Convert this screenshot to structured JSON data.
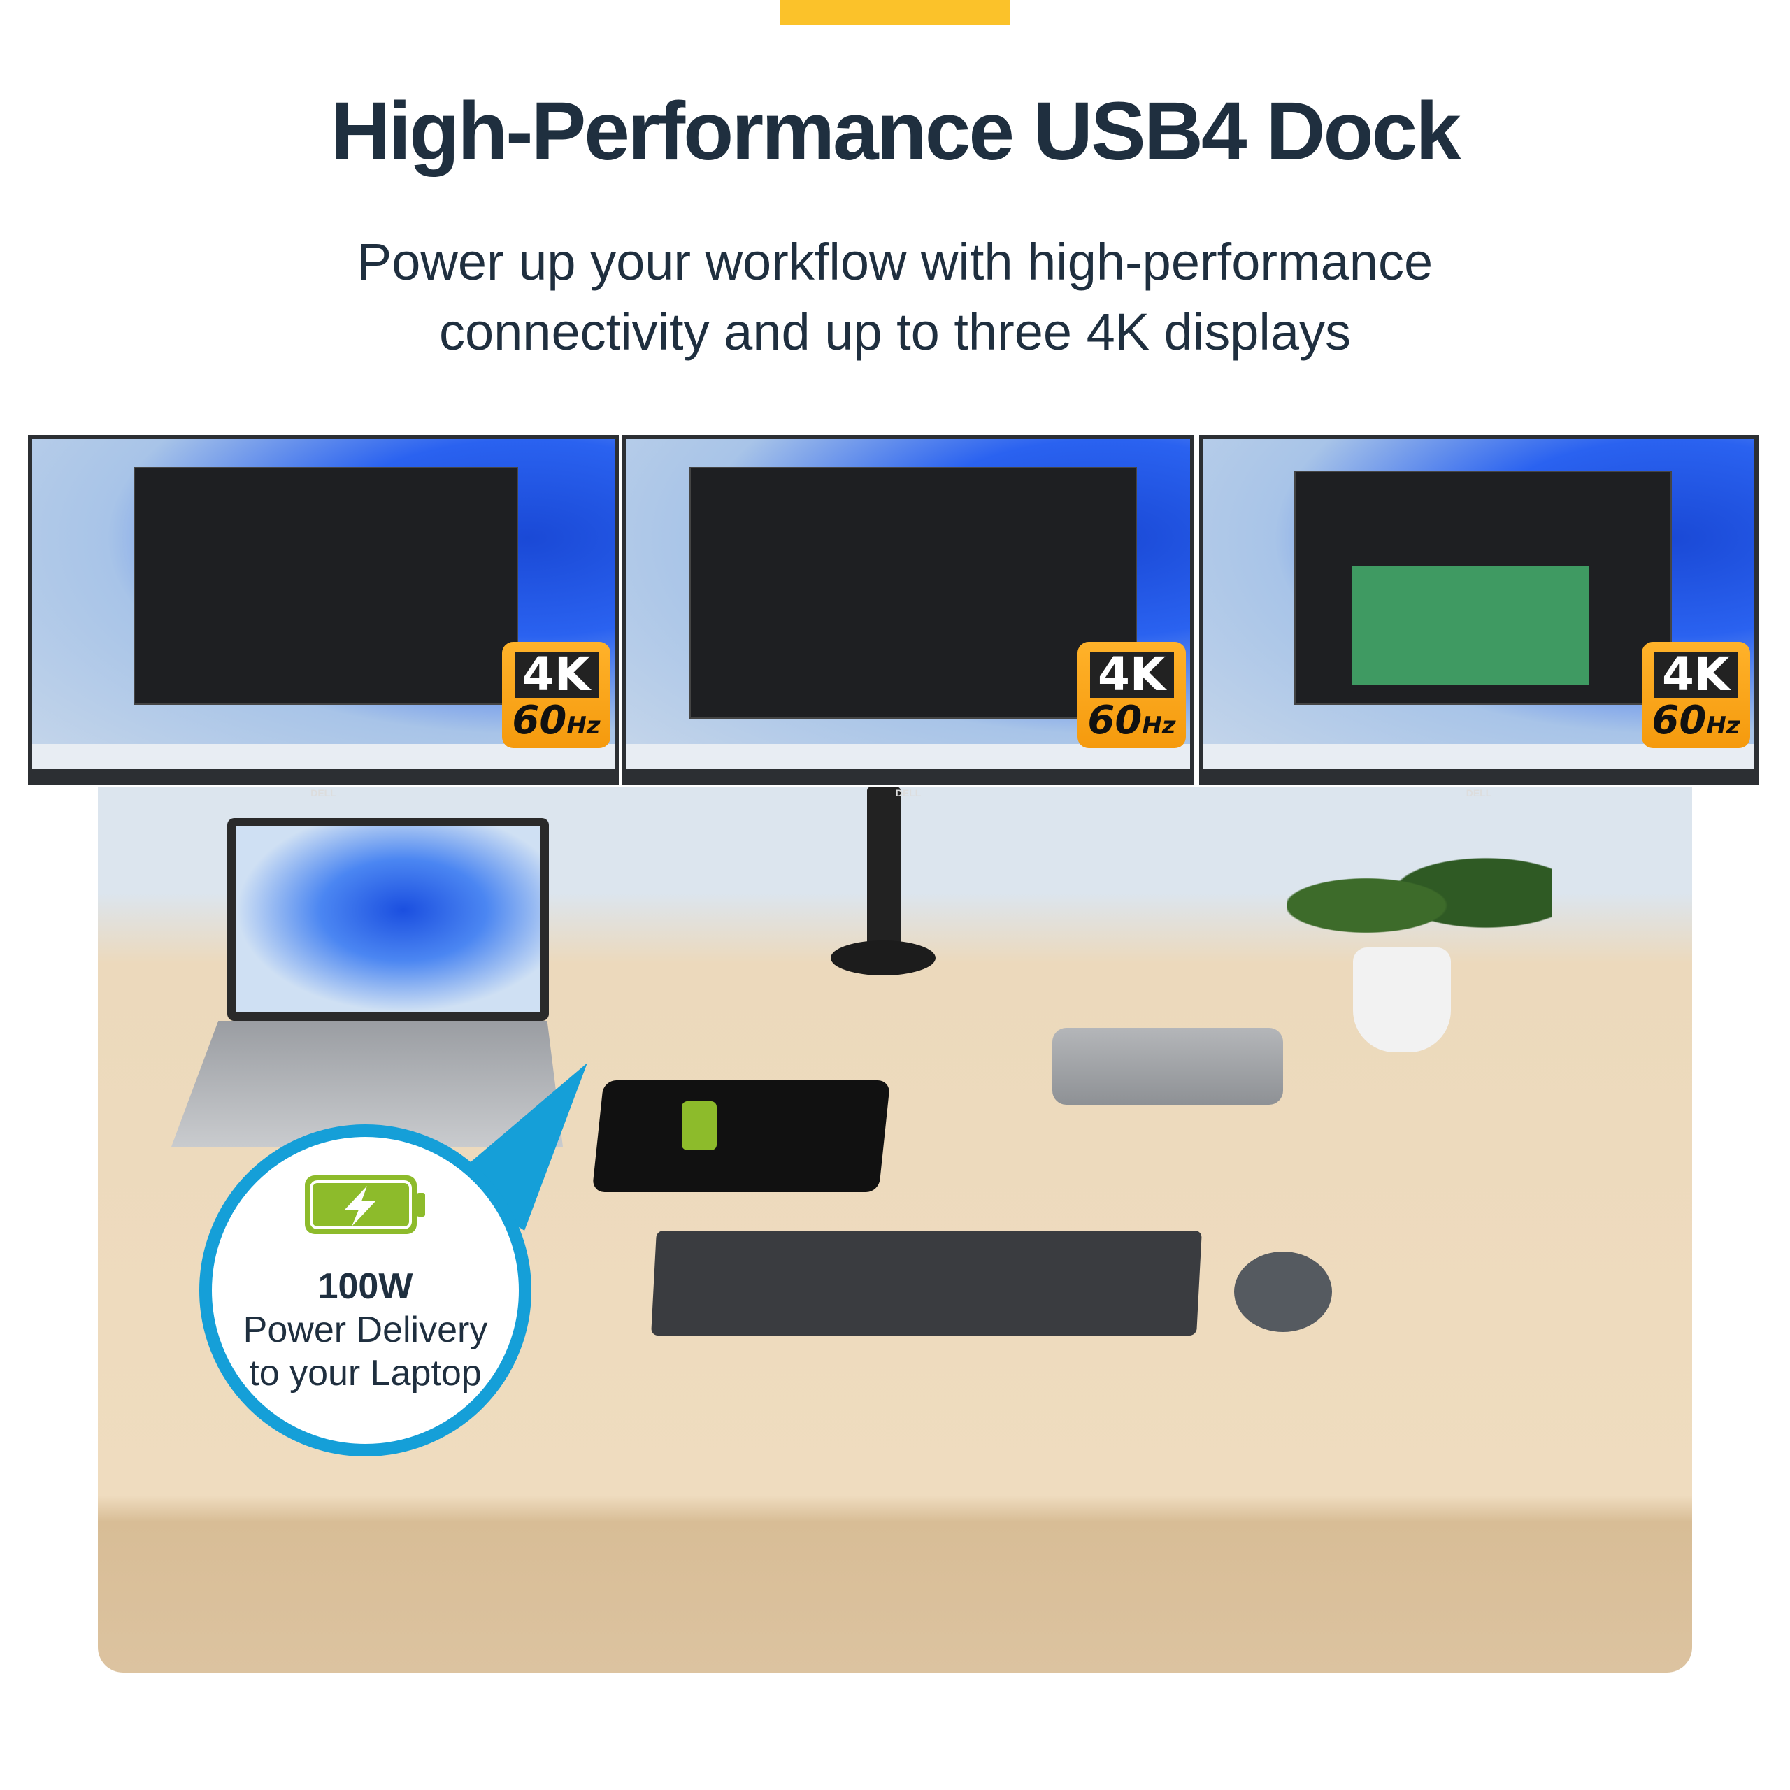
{
  "header": {
    "title": "High-Performance USB4 Dock",
    "subtitle_line1": "Power up your workflow with high-performance",
    "subtitle_line2": "connectivity and up to three 4K displays"
  },
  "monitors": [
    {
      "brand": "DELL",
      "badge_res": "4K",
      "badge_rate": "60",
      "badge_unit": "Hz"
    },
    {
      "brand": "DELL",
      "badge_res": "4K",
      "badge_rate": "60",
      "badge_unit": "Hz"
    },
    {
      "brand": "DELL",
      "badge_res": "4K",
      "badge_rate": "60",
      "badge_unit": "Hz"
    }
  ],
  "callout": {
    "wattage": "100W",
    "line2": "Power Delivery",
    "line3": "to your Laptop",
    "icon": "battery-charging-icon"
  },
  "colors": {
    "accent_yellow": "#fbc22a",
    "callout_blue": "#159fd8",
    "battery_green": "#8dbb2b",
    "badge_orange": "#f9a51a",
    "text": "#1f2f3f"
  }
}
